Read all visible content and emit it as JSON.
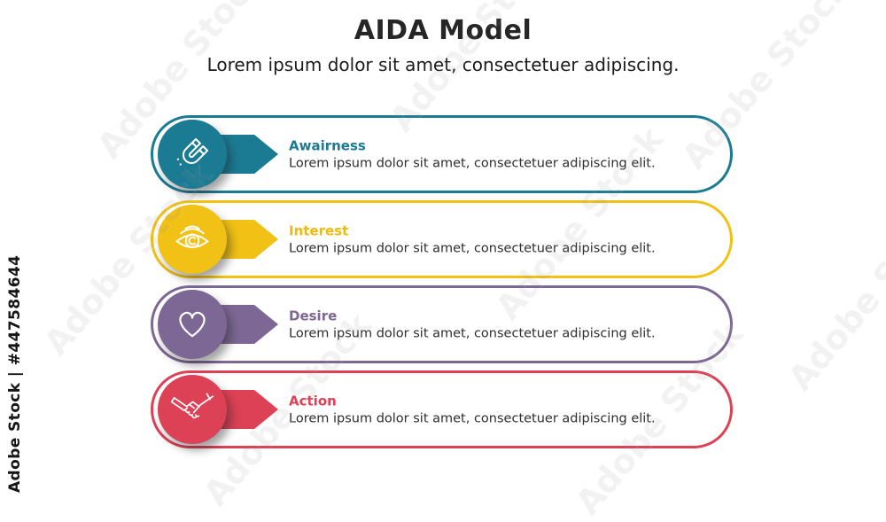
{
  "stock": {
    "vertical_label": "Adobe Stock | #447584644",
    "tile_label": "Adobe Stock"
  },
  "header": {
    "title": "AIDA Model",
    "subtitle": "Lorem ipsum dolor sit amet, consectetuer adipiscing."
  },
  "rows": [
    {
      "label": "Awairness",
      "description": "Lorem ipsum dolor sit amet, consectetuer adipiscing elit.",
      "color": "#1b7b93",
      "label_color": "#1b7b93",
      "icon": "magnet-icon"
    },
    {
      "label": "Interest",
      "description": "Lorem ipsum dolor sit amet, consectetuer adipiscing elit.",
      "color": "#f1c115",
      "label_color": "#efb90e",
      "icon": "eye-icon"
    },
    {
      "label": "Desire",
      "description": "Lorem ipsum dolor sit amet, consectetuer adipiscing elit.",
      "color": "#7d6795",
      "label_color": "#7d6795",
      "icon": "heart-icon"
    },
    {
      "label": "Action",
      "description": "Lorem ipsum dolor sit amet, consectetuer adipiscing elit.",
      "color": "#dc4156",
      "label_color": "#dc4156",
      "icon": "handshake-icon"
    }
  ]
}
